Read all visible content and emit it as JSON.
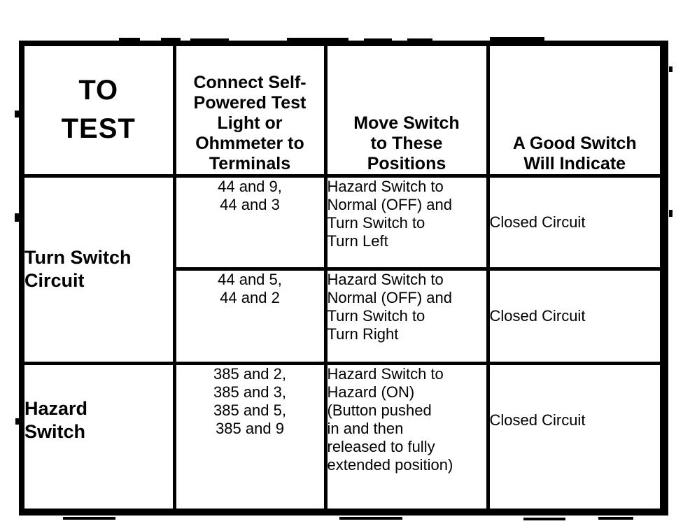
{
  "table": {
    "header": {
      "to_test": "TO\nTEST",
      "terminals": "Connect Self-\nPowered Test\nLight or\nOhmmeter to\nTerminals",
      "positions": "Move Switch\nto These\nPositions",
      "indicate": "A Good Switch\nWill Indicate"
    },
    "groups": [
      {
        "label": "Turn Switch\nCircuit"
      },
      {
        "label": "Hazard\nSwitch"
      }
    ],
    "rows": [
      {
        "terminals": "44 and 9,\n44 and 3",
        "positions": "Hazard Switch to\nNormal (OFF) and\nTurn Switch to\nTurn Left",
        "indicate": "Closed Circuit"
      },
      {
        "terminals": "44 and 5,\n44 and 2",
        "positions": "Hazard Switch to\nNormal (OFF) and\nTurn Switch to\nTurn Right",
        "indicate": "Closed Circuit"
      },
      {
        "terminals": "385 and 2,\n385 and 3,\n385 and 5,\n385 and 9",
        "positions": "Hazard Switch to\nHazard (ON)\n(Button pushed\nin and then\nreleased to fully\nextended position)",
        "indicate": "Closed Circuit"
      }
    ],
    "ink_color": "#000000",
    "paper_color": "#ffffff"
  }
}
